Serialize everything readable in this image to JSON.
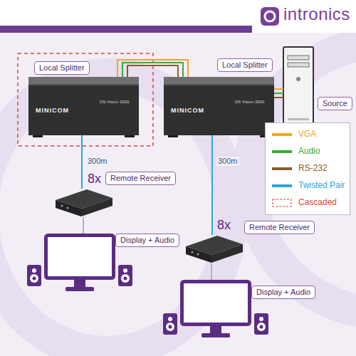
{
  "diagram": {
    "nodes": [
      {
        "text": [
          "Local Splitter"
        ]
      },
      {
        "text": [
          "Local Splitter"
        ]
      },
      {
        "text": [
          "Source"
        ]
      },
      {
        "text": [
          "8x",
          "Remote Receiver"
        ]
      },
      {
        "text": [
          "Display + Audio"
        ]
      },
      {
        "text": [
          "8x",
          "Remote Receiver"
        ]
      },
      {
        "text": [
          "Display + Audio"
        ]
      }
    ],
    "edges": [
      {
        "from": 0,
        "to": 1,
        "arrow": "none"
      },
      {
        "from": 1,
        "to": 2,
        "arrow": "none"
      },
      {
        "from": 0,
        "to": 3,
        "arrow": "none",
        "label": "300m"
      },
      {
        "from": 3,
        "to": 4,
        "arrow": "none"
      },
      {
        "from": 1,
        "to": 5,
        "arrow": "none",
        "label": "300m"
      },
      {
        "from": 5,
        "to": 6,
        "arrow": "none"
      }
    ],
    "labels": [
      "intronics",
      "MINICOM",
      "DS Vision 3000",
      "MINICOM",
      "DS Vision 3000"
    ],
    "legend": [
      {
        "text": "VGA",
        "color": "#f5a623"
      },
      {
        "text": "Audio",
        "color": "#3aaa35"
      },
      {
        "text": "RS-232",
        "color": "#8b5a2b"
      },
      {
        "text": "Twisted Pair",
        "color": "#29a8e0"
      },
      {
        "text": "Cascaded"
      }
    ]
  }
}
